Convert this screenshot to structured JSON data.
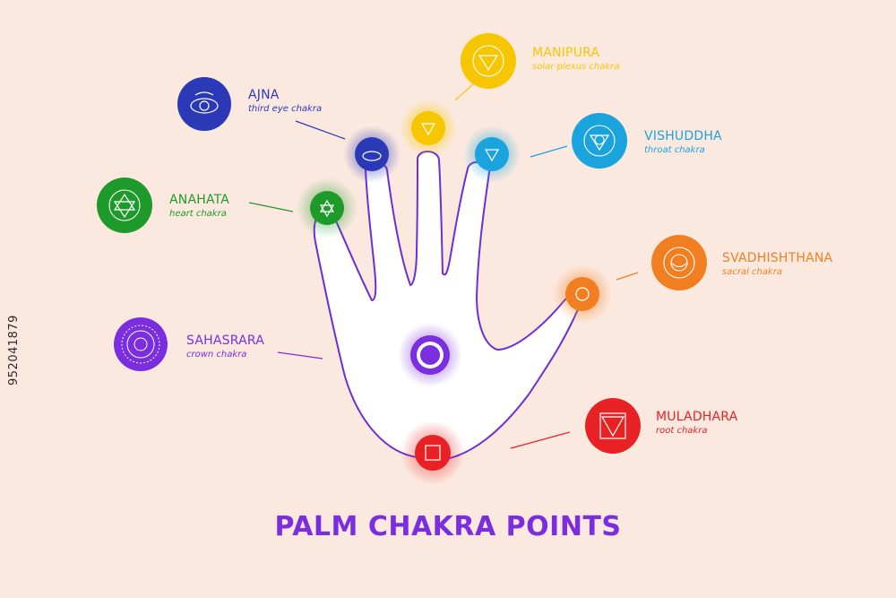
{
  "title": "PALM CHAKRA POINTS",
  "stock_id": "952041879",
  "colors": {
    "background": "#fbe9df",
    "hand_fill": "#ffffff",
    "hand_outline": "#6b2fd6",
    "title": "#7a2ee0"
  },
  "chakras": [
    {
      "key": "ajna",
      "name": "AJNA",
      "subtitle": "third eye chakra",
      "color": "#2b39b6",
      "icon": "ajna-symbol-icon"
    },
    {
      "key": "manipura",
      "name": "MANIPURA",
      "subtitle": "solar plexus chakra",
      "color": "#f6c600",
      "icon": "manipura-symbol-icon"
    },
    {
      "key": "vishuddha",
      "name": "VISHUDDHA",
      "subtitle": "throat chakra",
      "color": "#1aa3dd",
      "icon": "vishuddha-symbol-icon"
    },
    {
      "key": "anahata",
      "name": "ANAHATA",
      "subtitle": "heart chakra",
      "color": "#1e9a2b",
      "icon": "anahata-symbol-icon"
    },
    {
      "key": "svadhishthana",
      "name": "SVADHISHTHANA",
      "subtitle": "sacral chakra",
      "color": "#f17f22",
      "icon": "svadhishthana-symbol-icon"
    },
    {
      "key": "sahasrara",
      "name": "SAHASRARA",
      "subtitle": "crown chakra",
      "color": "#7a2ee0",
      "icon": "sahasrara-symbol-icon"
    },
    {
      "key": "muladhara",
      "name": "MULADHARA",
      "subtitle": "root chakra",
      "color": "#e82224",
      "icon": "muladhara-symbol-icon"
    }
  ]
}
